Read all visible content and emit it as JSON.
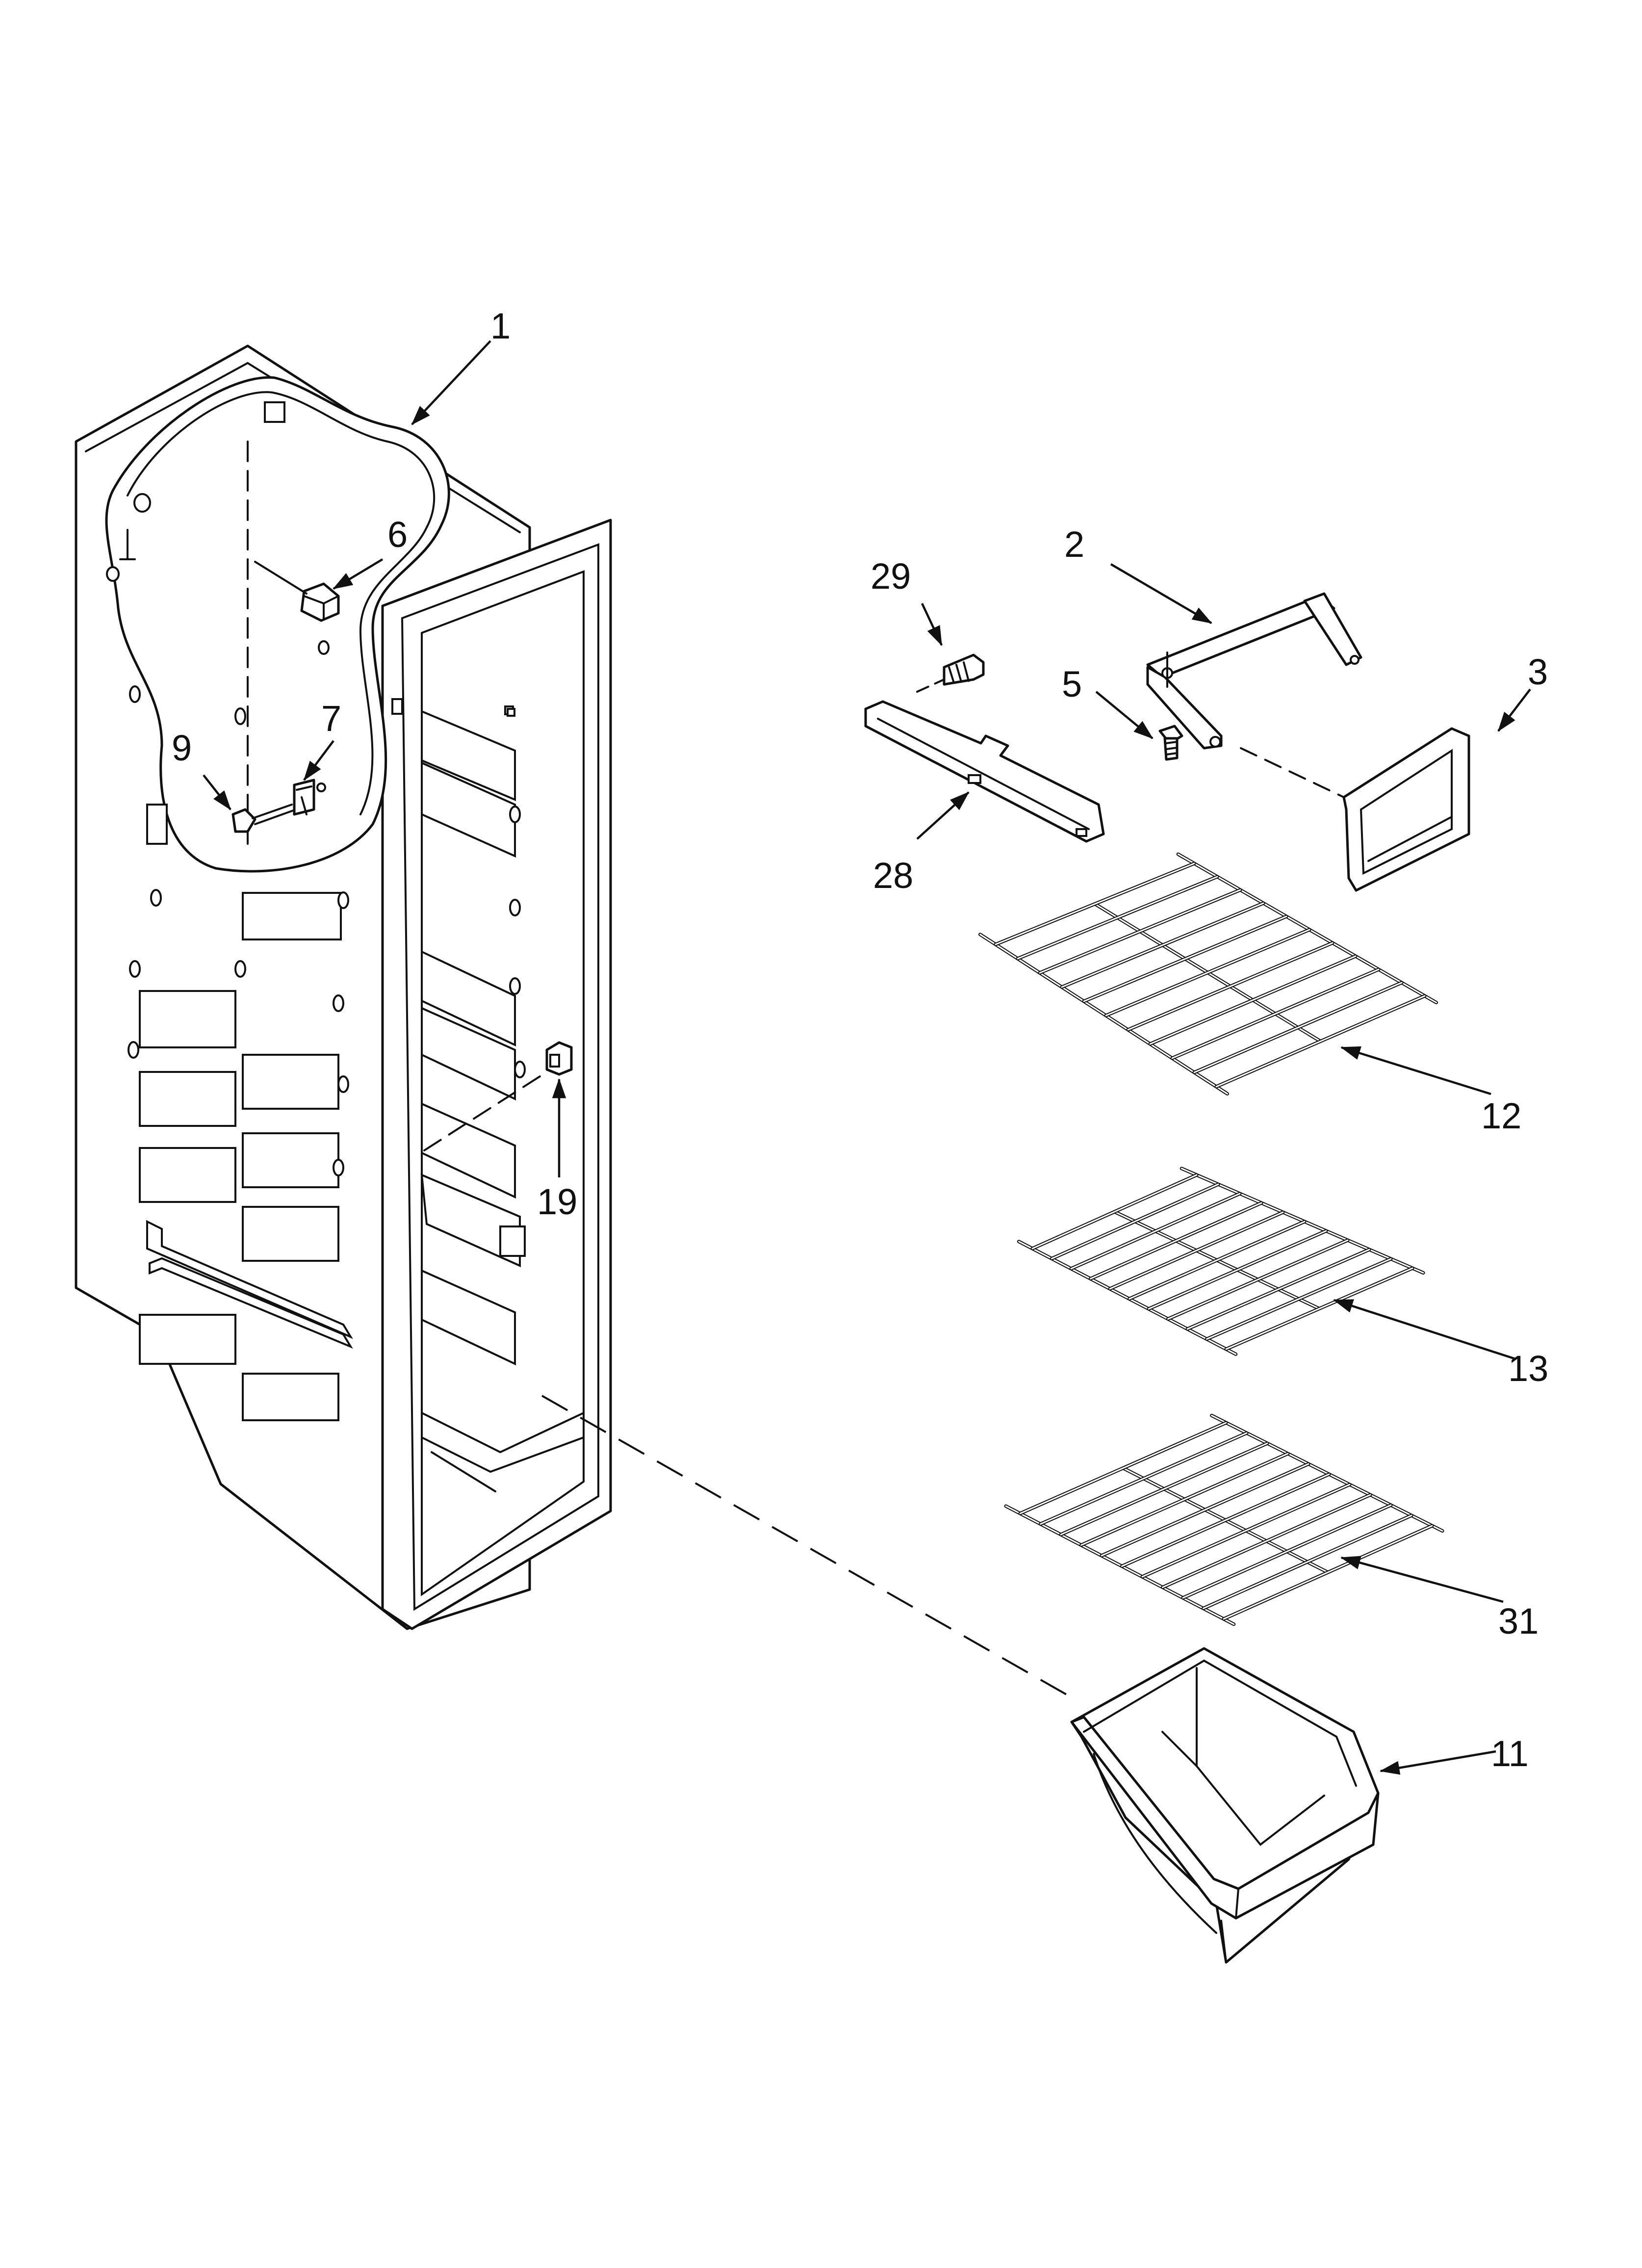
{
  "callouts": [
    {
      "id": "c1",
      "text": "1"
    },
    {
      "id": "c2",
      "text": "2"
    },
    {
      "id": "c3",
      "text": "3"
    },
    {
      "id": "c5",
      "text": "5"
    },
    {
      "id": "c6",
      "text": "6"
    },
    {
      "id": "c7",
      "text": "7"
    },
    {
      "id": "c9",
      "text": "9"
    },
    {
      "id": "c11",
      "text": "11"
    },
    {
      "id": "c12",
      "text": "12"
    },
    {
      "id": "c13",
      "text": "13"
    },
    {
      "id": "c19",
      "text": "19"
    },
    {
      "id": "c28",
      "text": "28"
    },
    {
      "id": "c29",
      "text": "29"
    },
    {
      "id": "c31",
      "text": "31"
    }
  ],
  "colors": {
    "ink": "#111111",
    "paper": "#ffffff"
  }
}
